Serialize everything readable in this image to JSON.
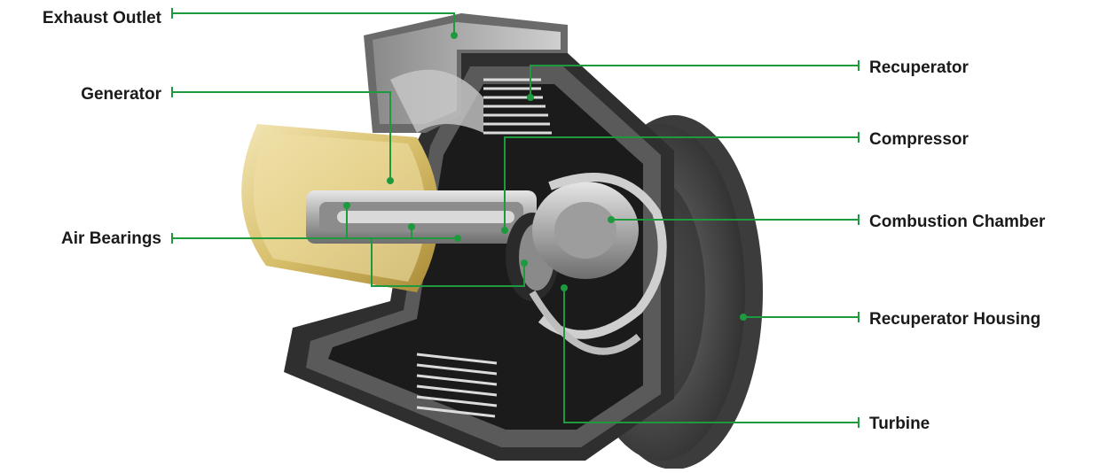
{
  "labels": {
    "exhaust_outlet": "Exhaust Outlet",
    "generator": "Generator",
    "air_bearings": "Air Bearings",
    "recuperator": "Recuperator",
    "compressor": "Compressor",
    "combustion_chamber": "Combustion Chamber",
    "recuperator_housing": "Recuperator Housing",
    "turbine": "Turbine"
  },
  "colors": {
    "leader_line": "#1e9a3e",
    "label_text": "#1a1a1a",
    "housing_dark": "#3a3a3a",
    "housing_light": "#6b6b6b",
    "metal": "#b9b9b9",
    "gold": "#d7be6a"
  }
}
